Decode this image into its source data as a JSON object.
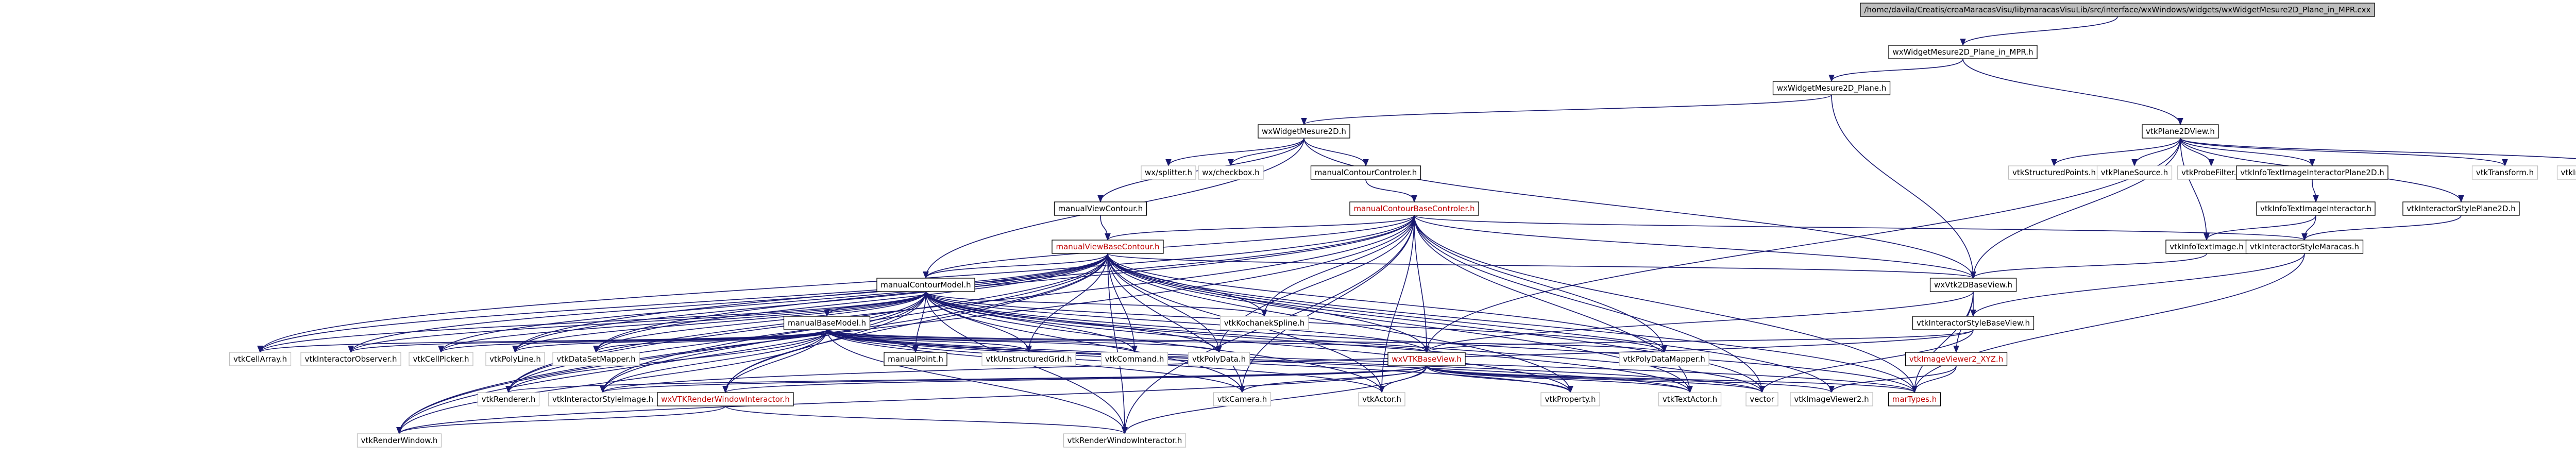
{
  "colors": {
    "edge": "#191970",
    "edge_light": "#8c8ca8",
    "node_border": "#000000",
    "node_border_light": "#bfbfbf",
    "root_fill": "#bfbfbf",
    "node_fill": "#ffffff",
    "red_text": "#c00000"
  },
  "nodes": [
    {
      "id": "root",
      "label": "/home/davila/Creatis/creaMaracasVisu/lib/maracasVisuLib/src/interface/wxWindows/widgets/wxWidgetMesure2D_Plane_in_MPR.cxx",
      "kind": "root"
    },
    {
      "id": "mpr_h",
      "label": "wxWidgetMesure2D_Plane_in_MPR.h",
      "kind": "normal"
    },
    {
      "id": "plane_h",
      "label": "wxWidgetMesure2D_Plane.h",
      "kind": "normal"
    },
    {
      "id": "vtkPlane2DView",
      "label": "vtkPlane2DView.h",
      "kind": "normal"
    },
    {
      "id": "mesure2D",
      "label": "wxWidgetMesure2D.h",
      "kind": "normal"
    },
    {
      "id": "vtkStructuredPoints",
      "label": "vtkStructuredPoints.h",
      "kind": "light"
    },
    {
      "id": "vtkPlaneSource",
      "label": "vtkPlaneSource.h",
      "kind": "light"
    },
    {
      "id": "vtkProbeFilter",
      "label": "vtkProbeFilter.h",
      "kind": "light"
    },
    {
      "id": "vtkInfoTextImageInteractorPlane2D",
      "label": "vtkInfoTextImageInteractorPlane2D.h",
      "kind": "normal"
    },
    {
      "id": "vtkInteractorStylePlane2D",
      "label": "vtkInteractorStylePlane2D.h",
      "kind": "normal"
    },
    {
      "id": "vtkTransform",
      "label": "vtkTransform.h",
      "kind": "light"
    },
    {
      "id": "vtkImageChangeInformation",
      "label": "vtkImageChangeInformation.h",
      "kind": "light"
    },
    {
      "id": "wxSplitter",
      "label": "wx/splitter.h",
      "kind": "light"
    },
    {
      "id": "wxCheckbox",
      "label": "wx/checkbox.h",
      "kind": "light"
    },
    {
      "id": "manualContourControler",
      "label": "manualContourControler.h",
      "kind": "normal"
    },
    {
      "id": "manualViewContour",
      "label": "manualViewContour.h",
      "kind": "normal"
    },
    {
      "id": "manualContourBaseControler",
      "label": "manualContourBaseControler.h",
      "kind": "red"
    },
    {
      "id": "vtkInfoTextImageInteractor",
      "label": "vtkInfoTextImageInteractor.h",
      "kind": "normal"
    },
    {
      "id": "vtkInfoTextImage",
      "label": "vtkInfoTextImage.h",
      "kind": "normal"
    },
    {
      "id": "vtkInteractorStyleMaracas",
      "label": "vtkInteractorStyleMaracas.h",
      "kind": "normal"
    },
    {
      "id": "manualViewBaseContour",
      "label": "manualViewBaseContour.h",
      "kind": "red"
    },
    {
      "id": "wxVtk2DBaseView",
      "label": "wxVtk2DBaseView.h",
      "kind": "normal"
    },
    {
      "id": "manualContourModel",
      "label": "manualContourModel.h",
      "kind": "normal"
    },
    {
      "id": "vtkKochanekSpline",
      "label": "vtkKochanekSpline.h",
      "kind": "light"
    },
    {
      "id": "vtkInteractorStyleBaseView",
      "label": "vtkInteractorStyleBaseView.h",
      "kind": "normal"
    },
    {
      "id": "manualBaseModel",
      "label": "manualBaseModel.h",
      "kind": "normal"
    },
    {
      "id": "vtkCellArray",
      "label": "vtkCellArray.h",
      "kind": "light"
    },
    {
      "id": "vtkInteractorObserver",
      "label": "vtkInteractorObserver.h",
      "kind": "light"
    },
    {
      "id": "vtkCellPicker",
      "label": "vtkCellPicker.h",
      "kind": "light"
    },
    {
      "id": "vtkPolyLine",
      "label": "vtkPolyLine.h",
      "kind": "light"
    },
    {
      "id": "vtkDataSetMapper",
      "label": "vtkDataSetMapper.h",
      "kind": "light"
    },
    {
      "id": "manualPoint",
      "label": "manualPoint.h",
      "kind": "normal"
    },
    {
      "id": "vtkUnstructuredGrid",
      "label": "vtkUnstructuredGrid.h",
      "kind": "light"
    },
    {
      "id": "vtkCommand",
      "label": "vtkCommand.h",
      "kind": "light"
    },
    {
      "id": "vtkPolyData",
      "label": "vtkPolyData.h",
      "kind": "light"
    },
    {
      "id": "wxVTKBaseView",
      "label": "wxVTKBaseView.h",
      "kind": "red"
    },
    {
      "id": "vtkPolyDataMapper",
      "label": "vtkPolyDataMapper.h",
      "kind": "light"
    },
    {
      "id": "vtkImageViewer2_XYZ",
      "label": "vtkImageViewer2_XYZ.h",
      "kind": "red"
    },
    {
      "id": "vtkRenderer",
      "label": "vtkRenderer.h",
      "kind": "light"
    },
    {
      "id": "vtkInteractorStyleImage",
      "label": "vtkInteractorStyleImage.h",
      "kind": "light"
    },
    {
      "id": "wxVTKRenderWindowInteractor",
      "label": "wxVTKRenderWindowInteractor.h",
      "kind": "red"
    },
    {
      "id": "vtkCamera",
      "label": "vtkCamera.h",
      "kind": "light"
    },
    {
      "id": "vtkActor",
      "label": "vtkActor.h",
      "kind": "light"
    },
    {
      "id": "vtkProperty",
      "label": "vtkProperty.h",
      "kind": "light"
    },
    {
      "id": "vtkTextActor",
      "label": "vtkTextActor.h",
      "kind": "light"
    },
    {
      "id": "vector",
      "label": "vector",
      "kind": "light"
    },
    {
      "id": "vtkImageViewer2",
      "label": "vtkImageViewer2.h",
      "kind": "light"
    },
    {
      "id": "marTypes",
      "label": "marTypes.h",
      "kind": "red"
    },
    {
      "id": "vtkRenderWindow",
      "label": "vtkRenderWindow.h",
      "kind": "light"
    },
    {
      "id": "vtkRenderWindowInteractor",
      "label": "vtkRenderWindowInteractor.h",
      "kind": "light"
    }
  ],
  "edges": [
    [
      "root",
      "mpr_h"
    ],
    [
      "mpr_h",
      "plane_h"
    ],
    [
      "mpr_h",
      "vtkPlane2DView"
    ],
    [
      "plane_h",
      "mesure2D"
    ],
    [
      "plane_h",
      "wxVtk2DBaseView"
    ],
    [
      "vtkPlane2DView",
      "vtkStructuredPoints"
    ],
    [
      "vtkPlane2DView",
      "vtkPlaneSource"
    ],
    [
      "vtkPlane2DView",
      "vtkProbeFilter"
    ],
    [
      "vtkPlane2DView",
      "vtkInfoTextImageInteractorPlane2D"
    ],
    [
      "vtkPlane2DView",
      "vtkInteractorStylePlane2D"
    ],
    [
      "vtkPlane2DView",
      "vtkTransform"
    ],
    [
      "vtkPlane2DView",
      "vtkImageChangeInformation"
    ],
    [
      "vtkPlane2DView",
      "wxVtk2DBaseView"
    ],
    [
      "vtkPlane2DView",
      "vtkInfoTextImage"
    ],
    [
      "vtkPlane2DView",
      "wxVTKBaseView"
    ],
    [
      "mesure2D",
      "wxSplitter"
    ],
    [
      "mesure2D",
      "wxCheckbox"
    ],
    [
      "mesure2D",
      "manualContourControler"
    ],
    [
      "mesure2D",
      "manualViewContour"
    ],
    [
      "mesure2D",
      "manualContourModel"
    ],
    [
      "mesure2D",
      "wxVtk2DBaseView"
    ],
    [
      "manualContourControler",
      "manualContourBaseControler"
    ],
    [
      "manualViewContour",
      "manualViewBaseContour"
    ],
    [
      "vtkInfoTextImageInteractorPlane2D",
      "vtkInfoTextImageInteractor"
    ],
    [
      "vtkInfoTextImageInteractor",
      "vtkInteractorStyleMaracas"
    ],
    [
      "vtkInfoTextImageInteractor",
      "vtkInfoTextImage"
    ],
    [
      "vtkInteractorStylePlane2D",
      "vtkInteractorStyleMaracas"
    ],
    [
      "vtkInfoTextImage",
      "wxVtk2DBaseView"
    ],
    [
      "vtkInteractorStyleMaracas",
      "vtkInteractorStyleBaseView"
    ],
    [
      "vtkInteractorStyleMaracas",
      "marTypes"
    ],
    [
      "manualContourBaseControler",
      "manualViewBaseContour"
    ],
    [
      "manualContourBaseControler",
      "manualContourModel"
    ],
    [
      "manualContourBaseControler",
      "vtkKochanekSpline"
    ],
    [
      "manualContourBaseControler",
      "wxVtk2DBaseView"
    ],
    [
      "manualContourBaseControler",
      "vtkInteractorStyleMaracas"
    ],
    [
      "manualContourBaseControler",
      "vtkPolyDataMapper"
    ],
    [
      "manualContourBaseControler",
      "vtkPolyData"
    ],
    [
      "manualContourBaseControler",
      "wxVTKBaseView"
    ],
    [
      "manualContourBaseControler",
      "vtkCamera"
    ],
    [
      "manualContourBaseControler",
      "vtkActor"
    ],
    [
      "manualContourBaseControler",
      "vtkTextActor"
    ],
    [
      "manualContourBaseControler",
      "vector"
    ],
    [
      "manualContourBaseControler",
      "marTypes"
    ],
    [
      "manualContourBaseControler",
      "vtkRenderer"
    ],
    [
      "manualContourBaseControler",
      "vtkRenderWindowInteractor"
    ],
    [
      "manualContourBaseControler",
      "vtkCellArray"
    ],
    [
      "manualContourBaseControler",
      "vtkPolyLine"
    ],
    [
      "manualContourBaseControler",
      "vtkDataSetMapper"
    ],
    [
      "manualContourBaseControler",
      "vtkRenderWindow"
    ],
    [
      "manualViewBaseContour",
      "manualContourModel"
    ],
    [
      "manualViewBaseContour",
      "wxVtk2DBaseView"
    ],
    [
      "manualViewBaseContour",
      "vtkKochanekSpline"
    ],
    [
      "manualViewBaseContour",
      "vtkCellArray"
    ],
    [
      "manualViewBaseContour",
      "vtkInteractorObserver"
    ],
    [
      "manualViewBaseContour",
      "vtkCellPicker"
    ],
    [
      "manualViewBaseContour",
      "vtkPolyLine"
    ],
    [
      "manualViewBaseContour",
      "vtkDataSetMapper"
    ],
    [
      "manualViewBaseContour",
      "vtkUnstructuredGrid"
    ],
    [
      "manualViewBaseContour",
      "vtkCommand"
    ],
    [
      "manualViewBaseContour",
      "vtkPolyData"
    ],
    [
      "manualViewBaseContour",
      "wxVTKBaseView"
    ],
    [
      "manualViewBaseContour",
      "vtkPolyDataMapper"
    ],
    [
      "manualViewBaseContour",
      "vtkRenderer"
    ],
    [
      "manualViewBaseContour",
      "vtkInteractorStyleImage"
    ],
    [
      "manualViewBaseContour",
      "wxVTKRenderWindowInteractor"
    ],
    [
      "manualViewBaseContour",
      "vtkCamera"
    ],
    [
      "manualViewBaseContour",
      "vtkActor"
    ],
    [
      "manualViewBaseContour",
      "vtkProperty"
    ],
    [
      "manualViewBaseContour",
      "vtkTextActor"
    ],
    [
      "manualViewBaseContour",
      "vector"
    ],
    [
      "manualViewBaseContour",
      "marTypes"
    ],
    [
      "manualViewBaseContour",
      "vtkRenderWindow"
    ],
    [
      "manualViewBaseContour",
      "vtkRenderWindowInteractor"
    ],
    [
      "manualViewBaseContour",
      "vtkImageViewer2"
    ],
    [
      "wxVtk2DBaseView",
      "vtkInteractorStyleBaseView"
    ],
    [
      "wxVtk2DBaseView",
      "wxVTKBaseView"
    ],
    [
      "wxVtk2DBaseView",
      "vtkImageViewer2_XYZ"
    ],
    [
      "wxVtk2DBaseView",
      "marTypes"
    ],
    [
      "manualContourModel",
      "manualBaseModel"
    ],
    [
      "manualContourModel",
      "vtkKochanekSpline"
    ],
    [
      "manualContourModel",
      "vtkCellArray"
    ],
    [
      "manualContourModel",
      "vtkInteractorObserver"
    ],
    [
      "manualContourModel",
      "vtkCellPicker"
    ],
    [
      "manualContourModel",
      "vtkPolyLine"
    ],
    [
      "manualContourModel",
      "vtkDataSetMapper"
    ],
    [
      "manualContourModel",
      "manualPoint"
    ],
    [
      "manualContourModel",
      "vtkUnstructuredGrid"
    ],
    [
      "manualContourModel",
      "vtkCommand"
    ],
    [
      "manualContourModel",
      "vtkPolyData"
    ],
    [
      "manualContourModel",
      "wxVTKBaseView"
    ],
    [
      "manualContourModel",
      "vtkPolyDataMapper"
    ],
    [
      "manualContourModel",
      "vtkRenderer"
    ],
    [
      "manualContourModel",
      "vtkInteractorStyleImage"
    ],
    [
      "manualContourModel",
      "wxVTKRenderWindowInteractor"
    ],
    [
      "manualContourModel",
      "vtkCamera"
    ],
    [
      "manualContourModel",
      "vtkActor"
    ],
    [
      "manualContourModel",
      "vtkProperty"
    ],
    [
      "manualContourModel",
      "vtkTextActor"
    ],
    [
      "manualContourModel",
      "vector"
    ],
    [
      "manualContourModel",
      "marTypes"
    ],
    [
      "manualContourModel",
      "vtkRenderWindow"
    ],
    [
      "manualContourModel",
      "vtkRenderWindowInteractor"
    ],
    [
      "vtkInteractorStyleBaseView",
      "wxVTKBaseView"
    ],
    [
      "vtkInteractorStyleBaseView",
      "vtkInteractorStyleImage"
    ],
    [
      "vtkInteractorStyleBaseView",
      "vector"
    ],
    [
      "manualBaseModel",
      "vtkCellArray"
    ],
    [
      "manualBaseModel",
      "vtkInteractorObserver"
    ],
    [
      "manualBaseModel",
      "vtkCellPicker"
    ],
    [
      "manualBaseModel",
      "vtkPolyLine"
    ],
    [
      "manualBaseModel",
      "vtkDataSetMapper"
    ],
    [
      "manualBaseModel",
      "manualPoint"
    ],
    [
      "manualBaseModel",
      "vtkUnstructuredGrid"
    ],
    [
      "manualBaseModel",
      "vtkCommand"
    ],
    [
      "manualBaseModel",
      "vtkPolyData"
    ],
    [
      "manualBaseModel",
      "wxVTKBaseView"
    ],
    [
      "manualBaseModel",
      "vtkPolyDataMapper"
    ],
    [
      "manualBaseModel",
      "vtkRenderer"
    ],
    [
      "manualBaseModel",
      "vtkInteractorStyleImage"
    ],
    [
      "manualBaseModel",
      "wxVTKRenderWindowInteractor"
    ],
    [
      "manualBaseModel",
      "vtkCamera"
    ],
    [
      "manualBaseModel",
      "vtkActor"
    ],
    [
      "manualBaseModel",
      "vtkProperty"
    ],
    [
      "manualBaseModel",
      "vtkTextActor"
    ],
    [
      "manualBaseModel",
      "vector"
    ],
    [
      "manualBaseModel",
      "marTypes"
    ],
    [
      "manualBaseModel",
      "vtkRenderWindow"
    ],
    [
      "manualBaseModel",
      "vtkRenderWindowInteractor"
    ],
    [
      "wxVTKBaseView",
      "vtkRenderer"
    ],
    [
      "wxVTKBaseView",
      "vtkInteractorStyleImage"
    ],
    [
      "wxVTKBaseView",
      "wxVTKRenderWindowInteractor"
    ],
    [
      "wxVTKBaseView",
      "vtkCamera"
    ],
    [
      "wxVTKBaseView",
      "vtkActor"
    ],
    [
      "wxVTKBaseView",
      "vtkProperty"
    ],
    [
      "wxVTKBaseView",
      "vtkTextActor"
    ],
    [
      "wxVTKBaseView",
      "vector"
    ],
    [
      "wxVTKBaseView",
      "vtkImageViewer2"
    ],
    [
      "wxVTKBaseView",
      "marTypes"
    ],
    [
      "wxVTKBaseView",
      "vtkRenderWindow"
    ],
    [
      "wxVTKBaseView",
      "vtkRenderWindowInteractor"
    ],
    [
      "vtkImageViewer2_XYZ",
      "vtkImageViewer2"
    ],
    [
      "vtkImageViewer2_XYZ",
      "marTypes"
    ],
    [
      "wxVTKRenderWindowInteractor",
      "vtkRenderWindow"
    ],
    [
      "wxVTKRenderWindowInteractor",
      "vtkRenderWindowInteractor"
    ]
  ]
}
